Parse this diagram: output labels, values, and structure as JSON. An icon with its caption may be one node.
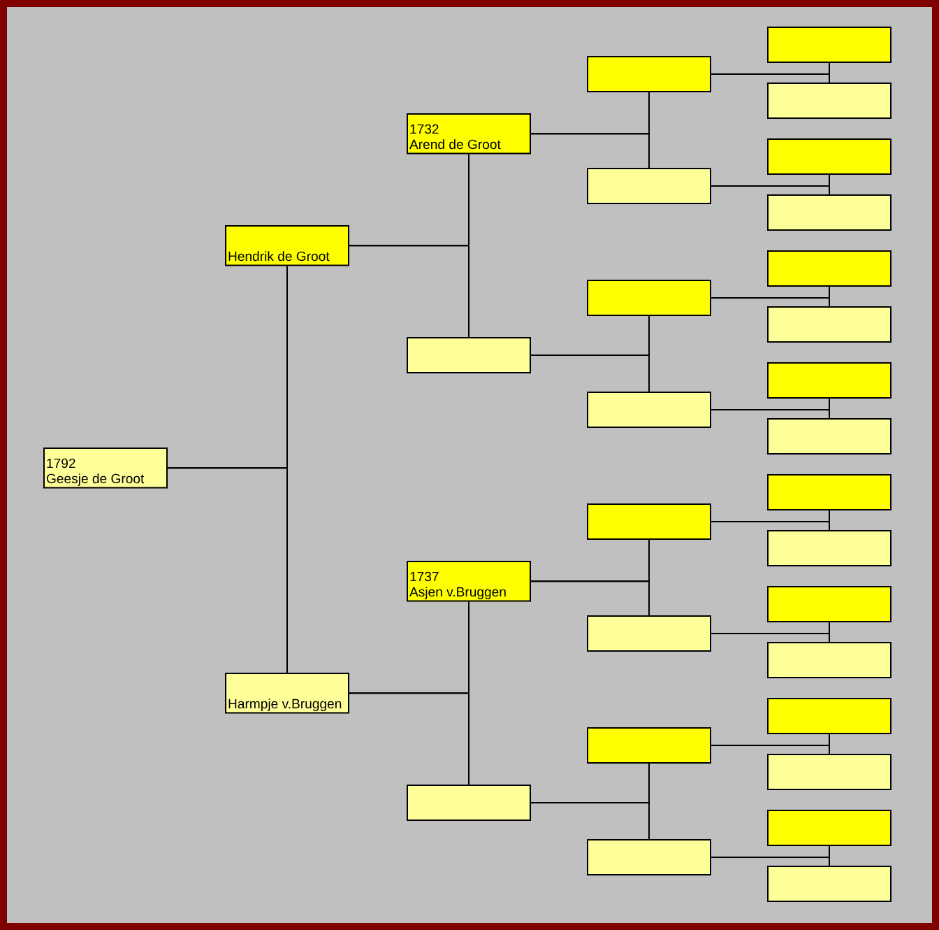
{
  "diagram": {
    "nodes": [
      {
        "text": [
          "1792",
          "Geesje de Groot"
        ]
      },
      {
        "text": [
          "Hendrik de Groot"
        ]
      },
      {
        "text": [
          "Harmpje v.Bruggen"
        ]
      },
      {
        "text": [
          "1732",
          "Arend de Groot"
        ]
      },
      {
        "text": [],
        "shape": "box"
      },
      {
        "text": [
          "1737",
          "Asjen v.Bruggen"
        ]
      },
      {
        "text": [],
        "shape": "box"
      },
      {
        "text": [],
        "shape": "box"
      },
      {
        "text": [],
        "shape": "box"
      },
      {
        "text": [],
        "shape": "box"
      },
      {
        "text": [],
        "shape": "box"
      },
      {
        "text": [],
        "shape": "box"
      },
      {
        "text": [],
        "shape": "box"
      },
      {
        "text": [],
        "shape": "box"
      },
      {
        "text": [],
        "shape": "box"
      },
      {
        "text": [],
        "shape": "box"
      },
      {
        "text": [],
        "shape": "box"
      },
      {
        "text": [],
        "shape": "box"
      },
      {
        "text": [],
        "shape": "box"
      },
      {
        "text": [],
        "shape": "box"
      },
      {
        "text": [],
        "shape": "box"
      },
      {
        "text": [],
        "shape": "box"
      },
      {
        "text": [],
        "shape": "box"
      },
      {
        "text": [],
        "shape": "box"
      },
      {
        "text": [],
        "shape": "box"
      },
      {
        "text": [],
        "shape": "box"
      },
      {
        "text": [],
        "shape": "box"
      },
      {
        "text": [],
        "shape": "box"
      },
      {
        "text": [],
        "shape": "box"
      },
      {
        "text": [],
        "shape": "box"
      },
      {
        "text": [],
        "shape": "box"
      }
    ],
    "edges": [
      {
        "from": 0,
        "to": 1,
        "arrow": "none"
      },
      {
        "from": 0,
        "to": 2,
        "arrow": "none"
      },
      {
        "from": 1,
        "to": 3,
        "arrow": "none"
      },
      {
        "from": 1,
        "to": 4,
        "arrow": "none"
      },
      {
        "from": 2,
        "to": 5,
        "arrow": "none"
      },
      {
        "from": 2,
        "to": 6,
        "arrow": "none"
      },
      {
        "from": 3,
        "to": 7,
        "arrow": "none"
      },
      {
        "from": 3,
        "to": 8,
        "arrow": "none"
      },
      {
        "from": 4,
        "to": 9,
        "arrow": "none"
      },
      {
        "from": 4,
        "to": 10,
        "arrow": "none"
      },
      {
        "from": 5,
        "to": 11,
        "arrow": "none"
      },
      {
        "from": 5,
        "to": 12,
        "arrow": "none"
      },
      {
        "from": 6,
        "to": 13,
        "arrow": "none"
      },
      {
        "from": 6,
        "to": 14,
        "arrow": "none"
      },
      {
        "from": 7,
        "to": 15,
        "arrow": "none"
      },
      {
        "from": 7,
        "to": 16,
        "arrow": "none"
      },
      {
        "from": 8,
        "to": 17,
        "arrow": "none"
      },
      {
        "from": 8,
        "to": 18,
        "arrow": "none"
      },
      {
        "from": 9,
        "to": 19,
        "arrow": "none"
      },
      {
        "from": 9,
        "to": 20,
        "arrow": "none"
      },
      {
        "from": 10,
        "to": 21,
        "arrow": "none"
      },
      {
        "from": 10,
        "to": 22,
        "arrow": "none"
      },
      {
        "from": 11,
        "to": 23,
        "arrow": "none"
      },
      {
        "from": 11,
        "to": 24,
        "arrow": "none"
      },
      {
        "from": 12,
        "to": 25,
        "arrow": "none"
      },
      {
        "from": 12,
        "to": 26,
        "arrow": "none"
      },
      {
        "from": 13,
        "to": 27,
        "arrow": "none"
      },
      {
        "from": 13,
        "to": 28,
        "arrow": "none"
      },
      {
        "from": 14,
        "to": 29,
        "arrow": "none"
      },
      {
        "from": 14,
        "to": 30,
        "arrow": "none"
      }
    ]
  }
}
